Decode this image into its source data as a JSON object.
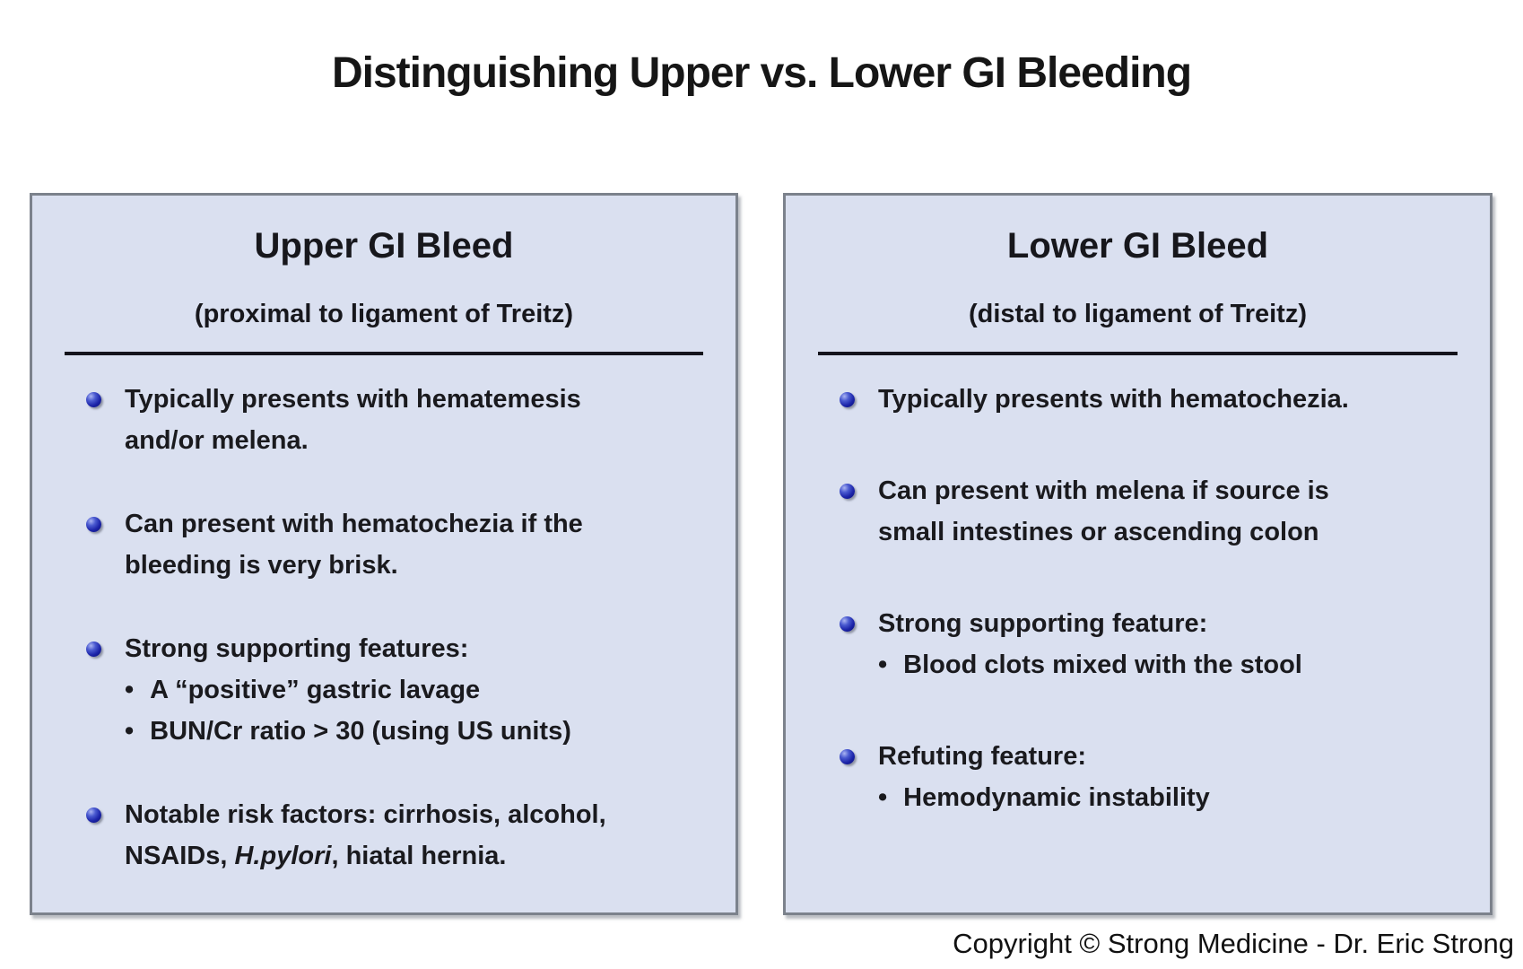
{
  "title": "Distinguishing Upper vs. Lower GI Bleeding",
  "colors": {
    "panel_fill": "#dae0f0",
    "panel_border": "#7c828c",
    "divider_rule": "#14141c",
    "body_text": "#1a1a1e",
    "bullet_sphere": "#1b23a8"
  },
  "panels": [
    {
      "heading": "Upper GI Bleed",
      "subheading": "(proximal to ligament of Treitz)",
      "bullets": [
        {
          "lines": [
            "Typically presents with hematemesis",
            "and/or melena."
          ]
        },
        {
          "lines": [
            "Can present with hematochezia if the",
            "bleeding is very brisk."
          ]
        },
        {
          "lines": [
            "Strong supporting features:"
          ],
          "subs": [
            "A “positive” gastric lavage",
            "BUN/Cr ratio > 30 (using US units)"
          ]
        },
        {
          "lines": [
            "Notable risk factors: cirrhosis, alcohol,"
          ],
          "rich_line": {
            "pre": "NSAIDs, ",
            "italic": "H.pylori",
            "post": ", hiatal hernia."
          }
        }
      ]
    },
    {
      "heading": "Lower GI Bleed",
      "subheading": "(distal to ligament of Treitz)",
      "bullets": [
        {
          "lines": [
            "Typically presents with hematochezia."
          ]
        },
        {
          "lines": [
            "Can present with melena if source is",
            "small intestines or ascending colon"
          ]
        },
        {
          "lines": [
            "Strong supporting feature:"
          ],
          "subs": [
            "Blood clots mixed with the stool"
          ]
        },
        {
          "lines": [
            "Refuting feature:"
          ],
          "subs": [
            "Hemodynamic instability"
          ]
        }
      ]
    }
  ],
  "footer": {
    "copyright": "Copyright © Strong Medicine - Dr. Eric Strong"
  }
}
